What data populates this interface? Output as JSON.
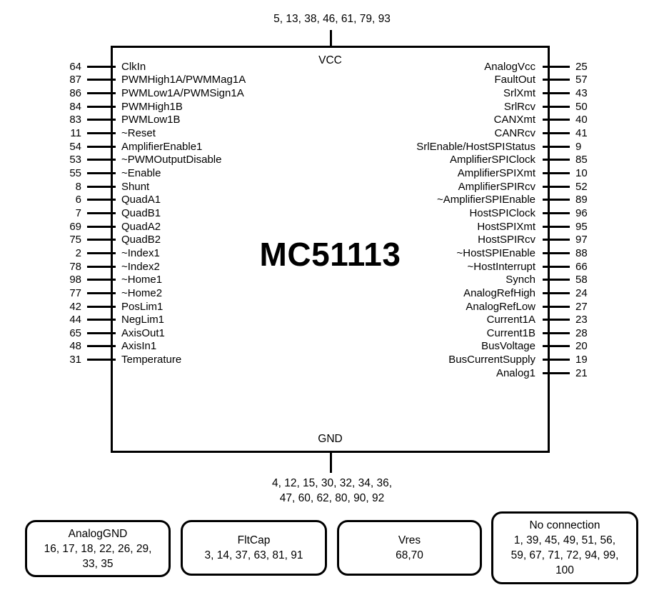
{
  "chip": {
    "title": "MC51113",
    "vcc": {
      "label": "VCC",
      "pins": "5, 13, 38, 46, 61, 79, 93"
    },
    "gnd": {
      "label": "GND",
      "pins_line1": "4, 12, 15, 30, 32, 34, 36,",
      "pins_line2": "47, 60, 62, 80, 90, 92"
    },
    "left_pins": [
      {
        "num": "64",
        "label": "ClkIn"
      },
      {
        "num": "87",
        "label": "PWMHigh1A/PWMMag1A"
      },
      {
        "num": "86",
        "label": "PWMLow1A/PWMSign1A"
      },
      {
        "num": "84",
        "label": "PWMHigh1B"
      },
      {
        "num": "83",
        "label": "PWMLow1B"
      },
      {
        "num": "11",
        "label": "~Reset"
      },
      {
        "num": "54",
        "label": "AmplifierEnable1"
      },
      {
        "num": "53",
        "label": "~PWMOutputDisable"
      },
      {
        "num": "55",
        "label": "~Enable"
      },
      {
        "num": "8",
        "label": "Shunt"
      },
      {
        "num": "6",
        "label": "QuadA1"
      },
      {
        "num": "7",
        "label": "QuadB1"
      },
      {
        "num": "69",
        "label": "QuadA2"
      },
      {
        "num": "75",
        "label": "QuadB2"
      },
      {
        "num": "2",
        "label": "~Index1"
      },
      {
        "num": "78",
        "label": "~Index2"
      },
      {
        "num": "98",
        "label": "~Home1"
      },
      {
        "num": "77",
        "label": "~Home2"
      },
      {
        "num": "42",
        "label": "PosLim1"
      },
      {
        "num": "44",
        "label": "NegLim1"
      },
      {
        "num": "65",
        "label": "AxisOut1"
      },
      {
        "num": "48",
        "label": "AxisIn1"
      },
      {
        "num": "31",
        "label": "Temperature"
      }
    ],
    "right_pins": [
      {
        "label": "AnalogVcc",
        "num": "25"
      },
      {
        "label": "FaultOut",
        "num": "57"
      },
      {
        "label": "SrlXmt",
        "num": "43"
      },
      {
        "label": "SrlRcv",
        "num": "50"
      },
      {
        "label": "CANXmt",
        "num": "40"
      },
      {
        "label": "CANRcv",
        "num": "41"
      },
      {
        "label": "SrlEnable/HostSPIStatus",
        "num": "9"
      },
      {
        "label": "AmplifierSPIClock",
        "num": "85"
      },
      {
        "label": "AmplifierSPIXmt",
        "num": "10"
      },
      {
        "label": "AmplifierSPIRcv",
        "num": "52"
      },
      {
        "label": "~AmplifierSPIEnable",
        "num": "89"
      },
      {
        "label": "HostSPIClock",
        "num": "96"
      },
      {
        "label": "HostSPIXmt",
        "num": "95"
      },
      {
        "label": "HostSPIRcv",
        "num": "97"
      },
      {
        "label": "~HostSPIEnable",
        "num": "88"
      },
      {
        "label": "~HostInterrupt",
        "num": "66"
      },
      {
        "label": "Synch",
        "num": "58"
      },
      {
        "label": "AnalogRefHigh",
        "num": "24"
      },
      {
        "label": "AnalogRefLow",
        "num": "27"
      },
      {
        "label": "Current1A",
        "num": "23"
      },
      {
        "label": "Current1B",
        "num": "28"
      },
      {
        "label": "BusVoltage",
        "num": "20"
      },
      {
        "label": "BusCurrentSupply",
        "num": "19"
      },
      {
        "label": "Analog1",
        "num": "21"
      }
    ]
  },
  "bottom_boxes": [
    {
      "title": "AnalogGND",
      "lines": [
        "16, 17, 18, 22, 26, 29,",
        "33, 35"
      ]
    },
    {
      "title": "FltCap",
      "lines": [
        "3, 14, 37, 63, 81, 91"
      ]
    },
    {
      "title": "Vres",
      "lines": [
        "68,70"
      ]
    },
    {
      "title": "No connection",
      "lines": [
        "1, 39, 45, 49, 51, 56,",
        "59, 67, 71, 72, 94, 99,",
        "100"
      ]
    }
  ]
}
